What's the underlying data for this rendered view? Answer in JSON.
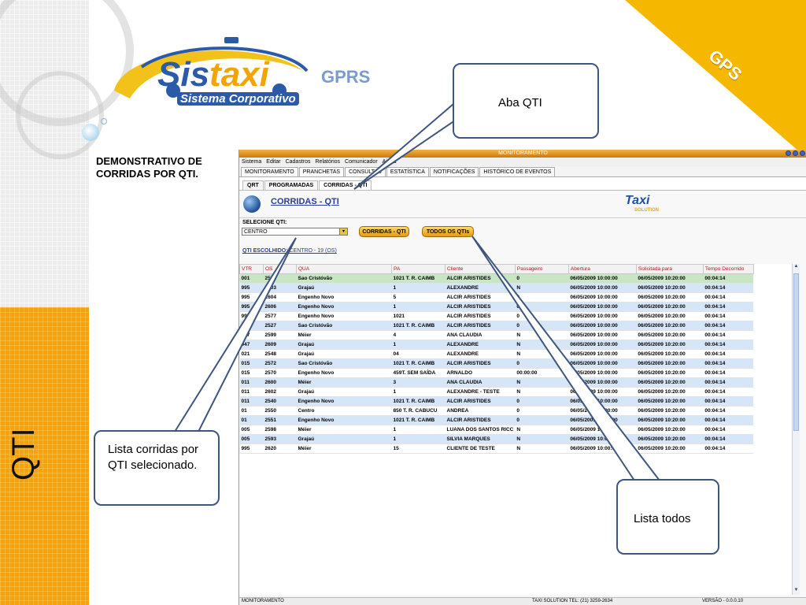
{
  "slide": {
    "vertical_title": "QTI",
    "corner_label": "GPS",
    "heading": "DEMONSTRATIVO DE CORRIDAS POR QTI.",
    "logo": {
      "brand_a": "Sis",
      "brand_b": "taxi",
      "tagline": "Sistema Corporativo",
      "gprs": "GPRS"
    }
  },
  "callouts": {
    "aba": "Aba QTI",
    "lista": "Lista corridas por QTI selecionado.",
    "todos": "Lista todos"
  },
  "app": {
    "title": "MONITORAMENTO",
    "menu": [
      "Sistema",
      "Editar",
      "Cadastros",
      "Relatórios",
      "Comunicador",
      "Ajuda"
    ],
    "main_tabs": [
      "MONITORAMENTO",
      "PRANCHETAS",
      "CONSULTAS",
      "ESTATÍSTICA",
      "NOTIFICAÇÕES",
      "HISTÓRICO DE EVENTOS"
    ],
    "sub_tabs": [
      "QRT",
      "PROGRAMADAS",
      "CORRIDAS - QTI"
    ],
    "header_title": "CORRIDAS - QTI",
    "brand_logo": "Taxi",
    "brand_logo_sub": "SOLUTION",
    "select_label": "SELECIONE QTI:",
    "select_value": "CENTRO",
    "btn_corridas": "CORRIDAS - QTI",
    "btn_todos": "TODOS OS QTIs",
    "chosen_label": "QTI ESCOLHIDO:",
    "chosen_value": "CENTRO - 19 (OS)",
    "columns": [
      "VTR",
      "OS",
      "QUA",
      "PA",
      "Cliente",
      "Passageiro",
      "Abertura",
      "Solicitada para",
      "Tempo Decorrido"
    ],
    "rows": [
      [
        "001",
        "2541",
        "Sao Cristóvão",
        "1021    T.  R. CAIMB",
        "ALCIR ARISTIDES",
        "0",
        "06/05/2009 10:00:00",
        "06/05/2009 10:20:00",
        "00:04:14"
      ],
      [
        "995",
        "2603",
        "Grajaú",
        "1",
        "ALEXANDRE",
        "N",
        "06/05/2009 10:00:00",
        "06/05/2009 10:20:00",
        "00:04:14"
      ],
      [
        "995",
        "2604",
        "Engenho Novo",
        "5",
        "ALCIR ARISTIDES",
        "0",
        "06/05/2009 10:00:00",
        "06/05/2009 10:20:00",
        "00:04:14"
      ],
      [
        "995",
        "2606",
        "Engenho Novo",
        "1",
        "ALCIR ARISTIDES",
        "0",
        "06/05/2009 10:00:00",
        "06/05/2009 10:20:00",
        "00:04:14"
      ],
      [
        "995",
        "2577",
        "Engenho Novo",
        "1021",
        "ALCIR ARISTIDES",
        "0",
        "06/05/2009 10:00:00",
        "06/05/2009 10:20:00",
        "00:04:14"
      ],
      [
        "086",
        "2527",
        "Sao Cristóvão",
        "1021    T.  R. CAIMB",
        "ALCIR ARISTIDES",
        "0",
        "06/05/2009 10:00:00",
        "06/05/2009 10:20:00",
        "00:04:14"
      ],
      [
        "087",
        "2599",
        "Méier",
        "4",
        "ANA CLAUDIA",
        "N",
        "06/05/2009 10:00:00",
        "06/05/2009 10:20:00",
        "00:04:14"
      ],
      [
        "047",
        "2609",
        "Grajaú",
        "1",
        "ALEXANDRE",
        "N",
        "06/05/2009 10:00:00",
        "06/05/2009 10:20:00",
        "00:04:14"
      ],
      [
        "021",
        "2548",
        "Grajaú",
        "04",
        "ALEXANDRE",
        "N",
        "06/05/2009 10:00:00",
        "06/05/2009 10:20:00",
        "00:04:14"
      ],
      [
        "015",
        "2572",
        "Sao Cristóvão",
        "1021    T.  R. CAIMB",
        "ALCIR ARISTIDES",
        "0",
        "06/05/2009 10:00:00",
        "06/05/2009 10:20:00",
        "00:04:14"
      ],
      [
        "015",
        "2570",
        "Engenho Novo",
        "459T.  SEM SAÍDA",
        "ARNALDO",
        "00:00:00",
        "06/05/2009 10:00:00",
        "06/05/2009 10:20:00",
        "00:04:14"
      ],
      [
        "011",
        "2600",
        "Méier",
        "3",
        "ANA CLAUDIA",
        "N",
        "06/05/2009 10:00:00",
        "06/05/2009 10:20:00",
        "00:04:14"
      ],
      [
        "011",
        "2602",
        "Grajaú",
        "1",
        "ALEXANDRE - TESTE",
        "N",
        "06/05/2009 10:00:00",
        "06/05/2009 10:20:00",
        "00:04:14"
      ],
      [
        "011",
        "2540",
        "Engenho Novo",
        "1021    T.  R. CAIMB",
        "ALCIR ARISTIDES",
        "0",
        "06/05/2009 10:00:00",
        "06/05/2009 10:20:00",
        "00:04:14"
      ],
      [
        "01",
        "2550",
        "Centro",
        "850   T. R. CABUCU",
        "ANDREA",
        "0",
        "06/05/2009 10:00:00",
        "06/05/2009 10:20:00",
        "00:04:14"
      ],
      [
        "01",
        "2551",
        "Engenho Novo",
        "1021    T.  R. CAIMB",
        "ALCIR ARISTIDES",
        "0",
        "06/05/2009 10:00:00",
        "06/05/2009 10:20:00",
        "00:04:14"
      ],
      [
        "005",
        "2598",
        "Méier",
        "1",
        "LUANA DOS SANTOS RICC",
        "N",
        "06/05/2009 10:00:00",
        "06/05/2009 10:20:00",
        "00:04:14"
      ],
      [
        "005",
        "2593",
        "Grajaú",
        "1",
        "SILVIA MARQUES",
        "N",
        "06/05/2009 10:00:00",
        "06/05/2009 10:20:00",
        "00:04:14"
      ],
      [
        "995",
        "2620",
        "Méier",
        "15",
        "CLIENTE DE TESTE",
        "N",
        "06/05/2009 10:00:00",
        "06/05/2009 10:20:00",
        "00:04:14"
      ]
    ],
    "status_left": "MONITORAMENTO",
    "status_mid": "TAXI SOLUTION  TEL: (21) 3259-2634",
    "status_right": "VERSÃO - 0.0.0.10"
  },
  "colors": {
    "accent_orange": "#f6a10e",
    "corner_yellow": "#f5b700",
    "callout_border": "#3e567f",
    "row_alt": "#d7e6f7",
    "row_selected": "#c8e6c3"
  }
}
